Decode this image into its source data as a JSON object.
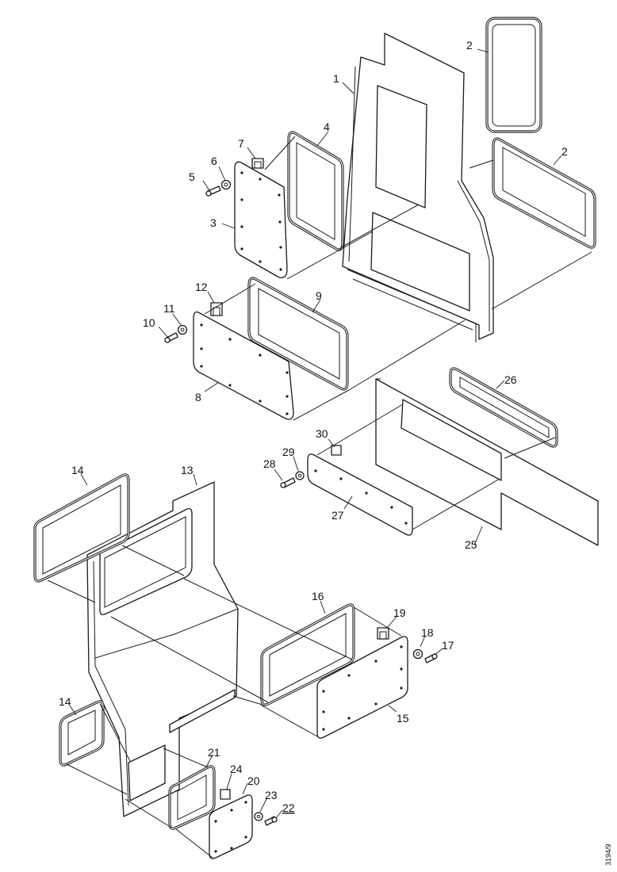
{
  "drawing_code": "3194/9",
  "labels": {
    "l1": "1",
    "l2a": "2",
    "l2b": "2",
    "l3": "3",
    "l4": "4",
    "l5": "5",
    "l6": "6",
    "l7": "7",
    "l8": "8",
    "l9": "9",
    "l10": "10",
    "l11": "11",
    "l12": "12",
    "l13": "13",
    "l14a": "14",
    "l14b": "14",
    "l15": "15",
    "l16": "16",
    "l17": "17",
    "l18": "18",
    "l19": "19",
    "l20": "20",
    "l21": "21",
    "l22": "22",
    "l23": "23",
    "l24": "24",
    "l25": "25",
    "l26": "26",
    "l27": "27",
    "l28": "28",
    "l29": "29",
    "l30": "30"
  }
}
